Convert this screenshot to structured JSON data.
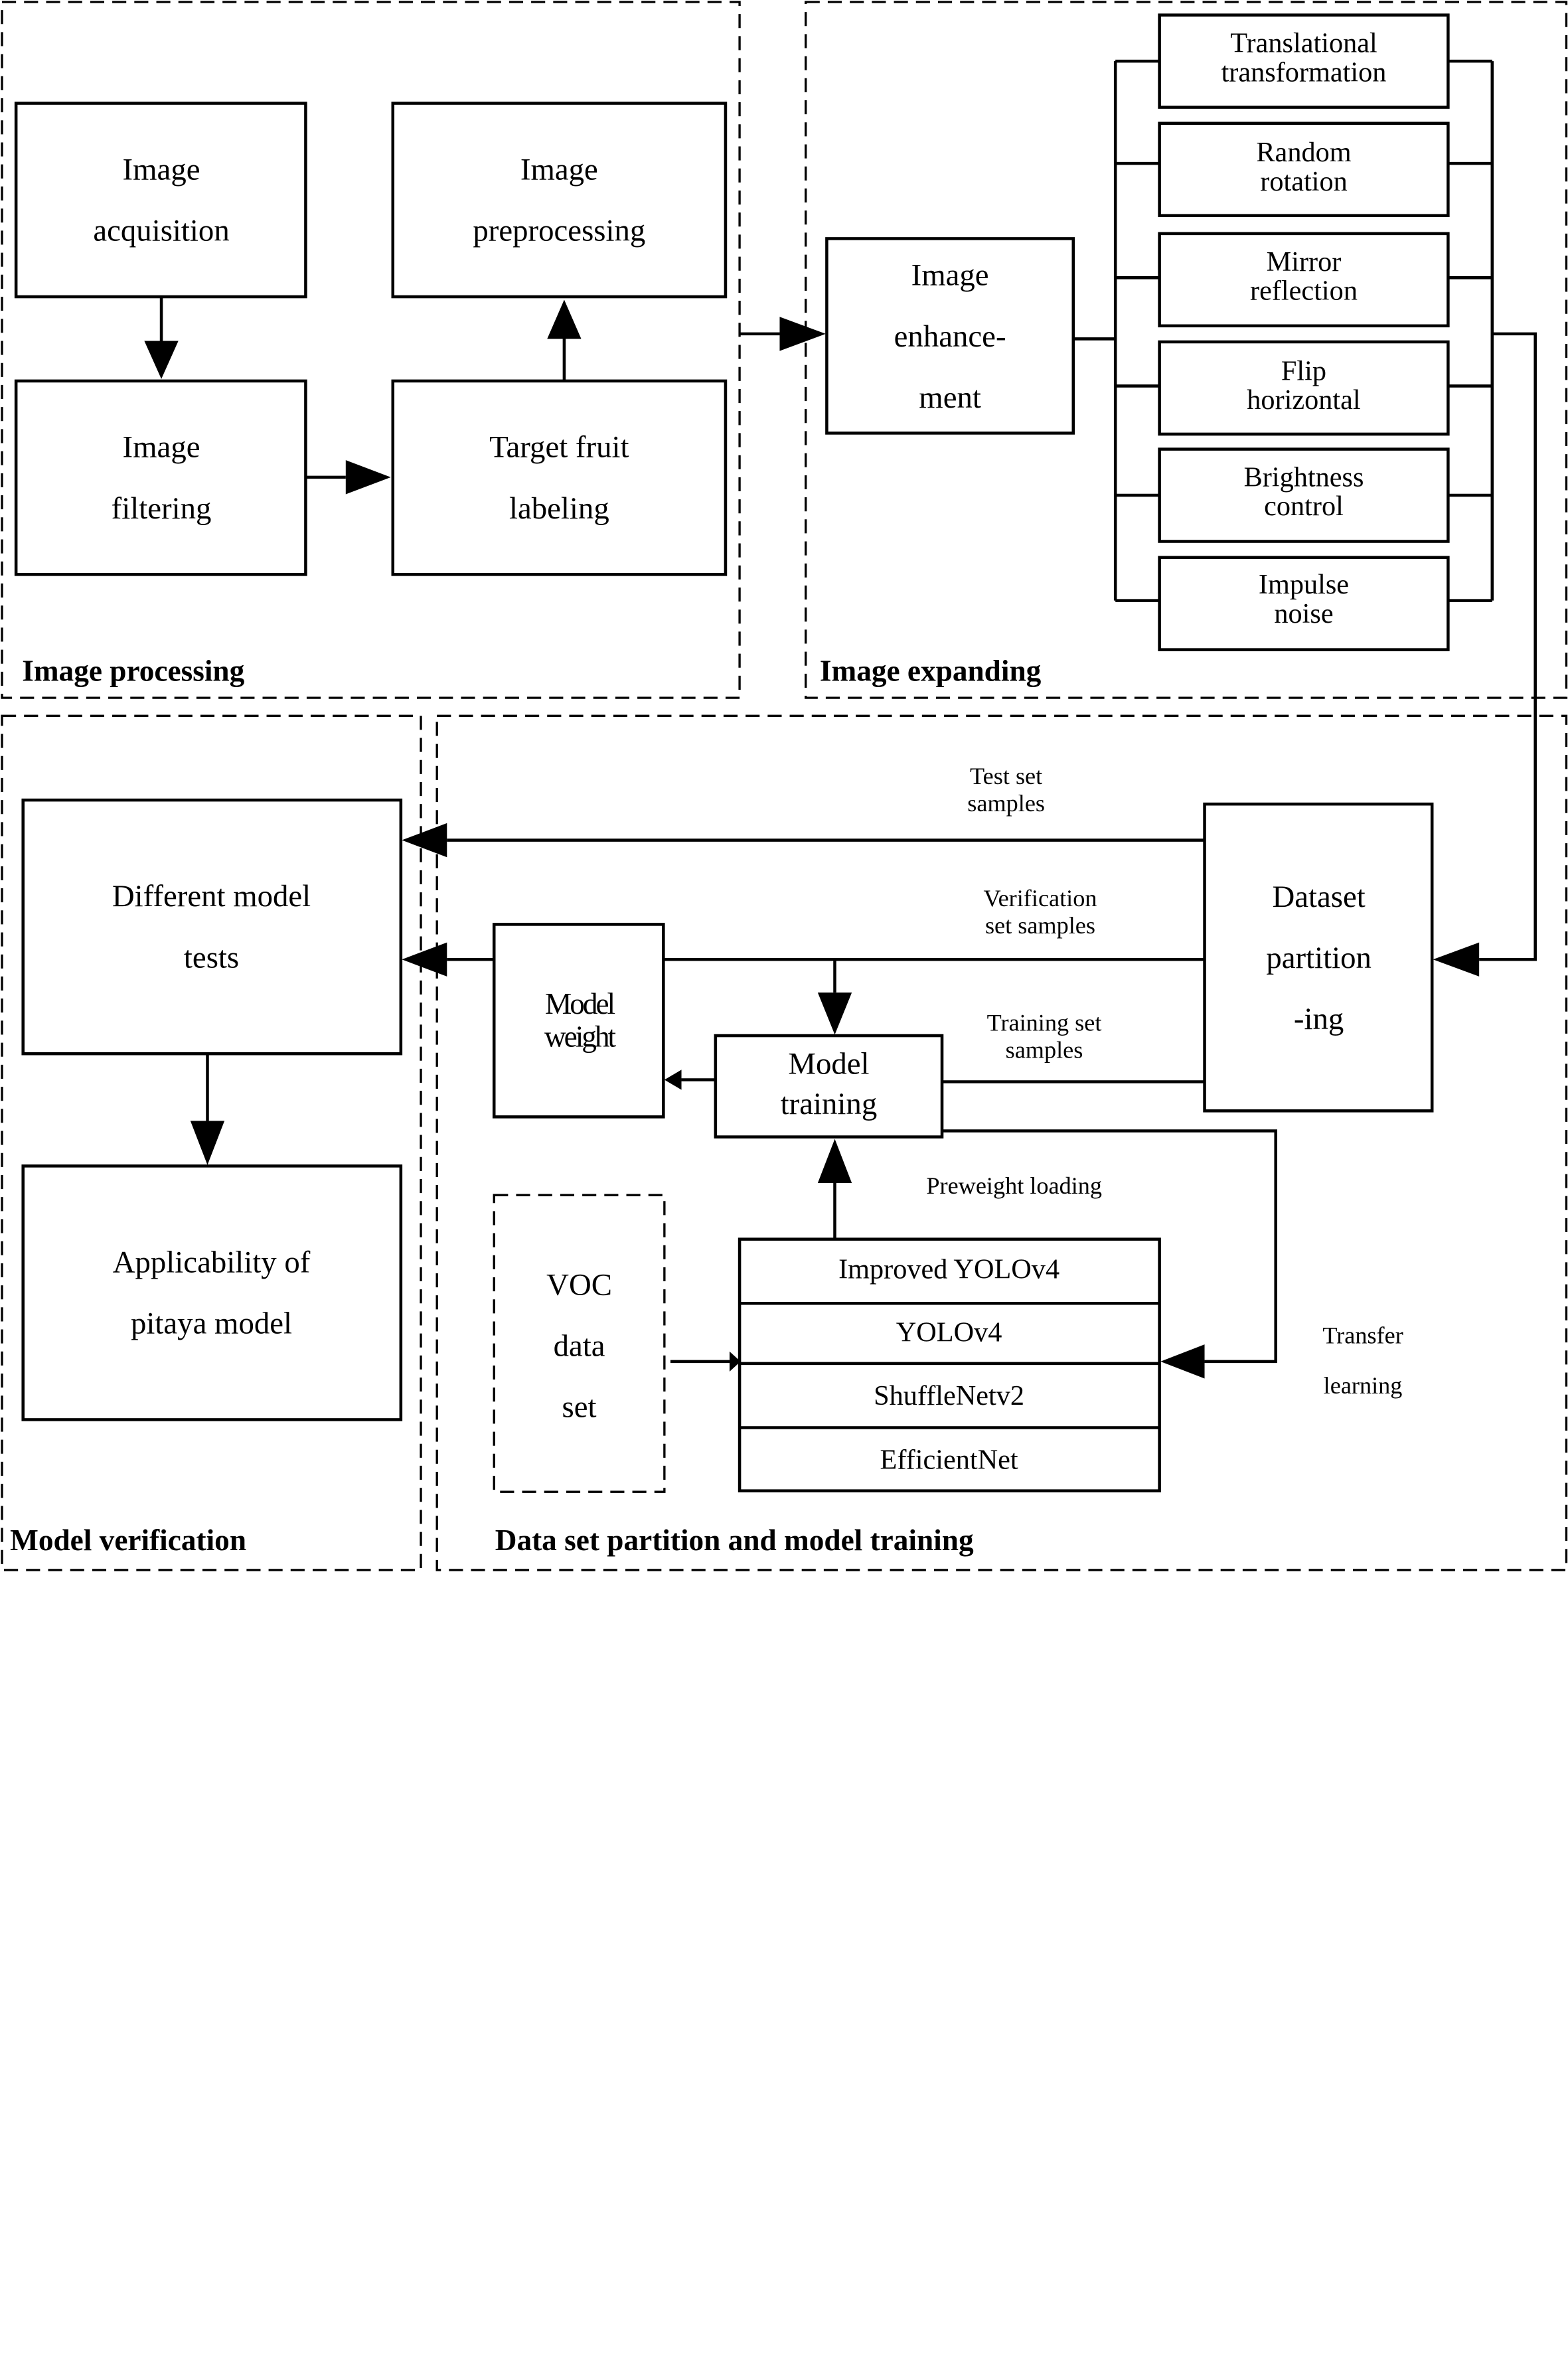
{
  "sections": {
    "image_processing": "Image processing",
    "image_expanding": "Image expanding",
    "model_verification": "Model verification",
    "data_set_partition": "Data set partition and model training"
  },
  "boxes": {
    "image_acquisition": [
      "Image",
      "acquisition"
    ],
    "image_filtering": [
      "Image",
      "filtering"
    ],
    "image_preprocessing": [
      "Image",
      "preprocessing"
    ],
    "target_fruit_labeling": [
      "Target fruit",
      "labeling"
    ],
    "image_enhancement": [
      "Image",
      "enhance-",
      "ment"
    ],
    "dataset_partitioning": [
      "Dataset",
      "partition",
      "-ing"
    ],
    "different_model_tests": [
      "Different model",
      "tests"
    ],
    "applicability": [
      "Applicability of",
      "pitaya model"
    ],
    "model_weight": [
      "Model",
      "weight"
    ],
    "model_training": [
      "Model",
      "training"
    ],
    "voc_data_set": [
      "VOC",
      "data",
      "set"
    ]
  },
  "enhancements": [
    [
      "Translational",
      "transformation"
    ],
    [
      "Random",
      "rotation"
    ],
    [
      "Mirror",
      "reflection"
    ],
    [
      "Flip",
      "horizontal"
    ],
    [
      "Brightness",
      "control"
    ],
    [
      "Impulse",
      "noise"
    ]
  ],
  "models": [
    "Improved YOLOv4",
    "YOLOv4",
    "ShuffleNetv2",
    "EfficientNet"
  ],
  "edge_labels": {
    "test_set": [
      "Test set",
      "samples"
    ],
    "verification_set": [
      "Verification",
      "set samples"
    ],
    "training_set": [
      "Training set",
      "samples"
    ],
    "preweight": "Preweight loading",
    "transfer": [
      "Transfer",
      "learning"
    ]
  }
}
